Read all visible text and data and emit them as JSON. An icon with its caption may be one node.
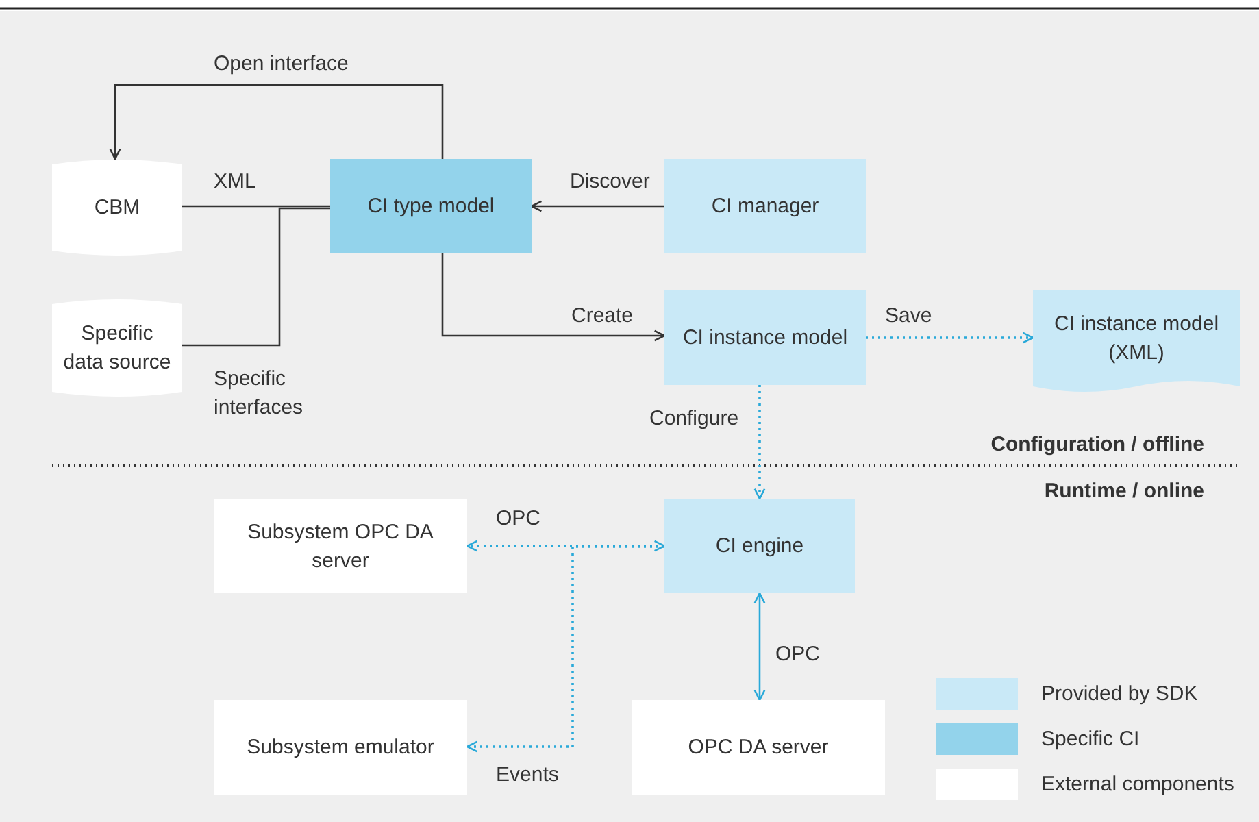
{
  "diagram": {
    "nodes": [
      {
        "text": [
          "CBM"
        ]
      },
      {
        "text": [
          "Specific data source"
        ]
      },
      {
        "text": [
          "CI type model"
        ]
      },
      {
        "text": [
          "CI manager"
        ]
      },
      {
        "text": [
          "CI instance model"
        ]
      },
      {
        "text": [
          "CI instance model (XML)"
        ]
      },
      {
        "text": [
          "Subsystem OPC DA server"
        ]
      },
      {
        "text": [
          "CI engine"
        ]
      },
      {
        "text": [
          "Subsystem emulator"
        ]
      },
      {
        "text": [
          "OPC DA server"
        ]
      }
    ],
    "edges": [
      {
        "from": 2,
        "to": 0,
        "arrow": "to",
        "label": "Open interface"
      },
      {
        "from": 0,
        "to": 2,
        "arrow": "none",
        "label": "XML"
      },
      {
        "from": 1,
        "to": 2,
        "arrow": "none",
        "label": "Specific interfaces"
      },
      {
        "from": 3,
        "to": 2,
        "arrow": "to",
        "label": "Discover"
      },
      {
        "from": 2,
        "to": 4,
        "arrow": "to",
        "label": "Create"
      },
      {
        "from": 4,
        "to": 5,
        "arrow": "to",
        "label": "Save",
        "style": "dashed",
        "color": "#29a9d9"
      },
      {
        "from": 4,
        "to": 7,
        "arrow": "to",
        "label": "Configure",
        "style": "dashed",
        "color": "#29a9d9"
      },
      {
        "from": 7,
        "to": 6,
        "arrow": "both",
        "label": "OPC",
        "style": "dashed",
        "color": "#29a9d9"
      },
      {
        "from": 7,
        "to": 8,
        "arrow": "to",
        "label": "Events",
        "style": "dashed",
        "color": "#29a9d9"
      },
      {
        "from": 7,
        "to": 9,
        "arrow": "both",
        "label": "OPC",
        "color": "#29a9d9"
      }
    ],
    "labels": [
      "Configuration / offline",
      "Runtime / online"
    ],
    "legend": [
      {
        "text": "Provided by SDK",
        "color": "#c9e9f7"
      },
      {
        "text": "Specific CI",
        "color": "#93d3eb"
      },
      {
        "text": "External components",
        "color": "#ffffff"
      }
    ]
  }
}
